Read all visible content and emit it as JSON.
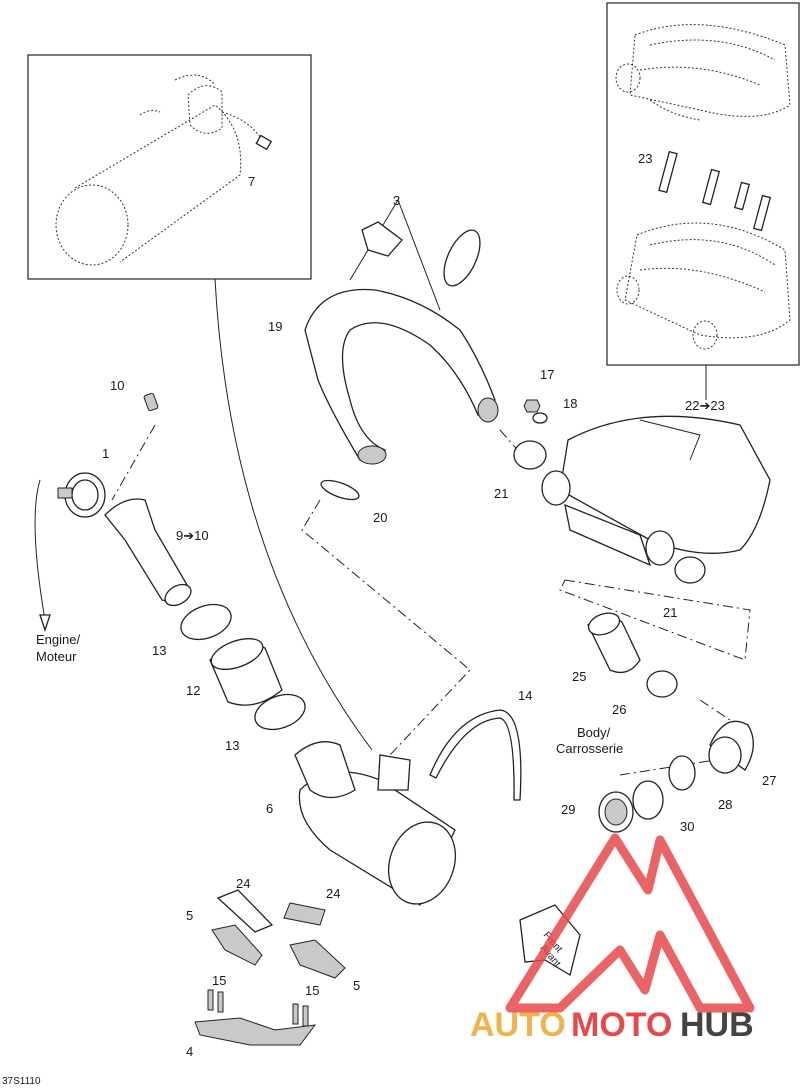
{
  "callouts": {
    "c1": "1",
    "c3": "3",
    "c4": "4",
    "c5a": "5",
    "c5b": "5",
    "c6": "6",
    "c7": "7",
    "c9": "9➔10",
    "c10": "10",
    "c12": "12",
    "c13a": "13",
    "c13b": "13",
    "c14": "14",
    "c15a": "15",
    "c15b": "15",
    "c17": "17",
    "c18": "18",
    "c19": "19",
    "c20": "20",
    "c21a": "21",
    "c21b": "21",
    "c22": "22➔23",
    "c23": "23",
    "c24a": "24",
    "c24b": "24",
    "c25": "25",
    "c26": "26",
    "c27": "27",
    "c28": "28",
    "c29": "29",
    "c30": "30"
  },
  "labels": {
    "engine_line1": "Engine/",
    "engine_line2": "Moteur",
    "body_line1": "Body/",
    "body_line2": "Carrosserie",
    "front_line1": "Front",
    "front_line2": "Avant",
    "figure_code": "37S1110"
  },
  "watermark": {
    "auto": "AUTO",
    "moto": "MOTO",
    "hub": "HUB",
    "colors": {
      "auto": "#f2b24a",
      "moto": "#e8484a",
      "hub": "#444444",
      "logo": "#e8484a"
    }
  }
}
